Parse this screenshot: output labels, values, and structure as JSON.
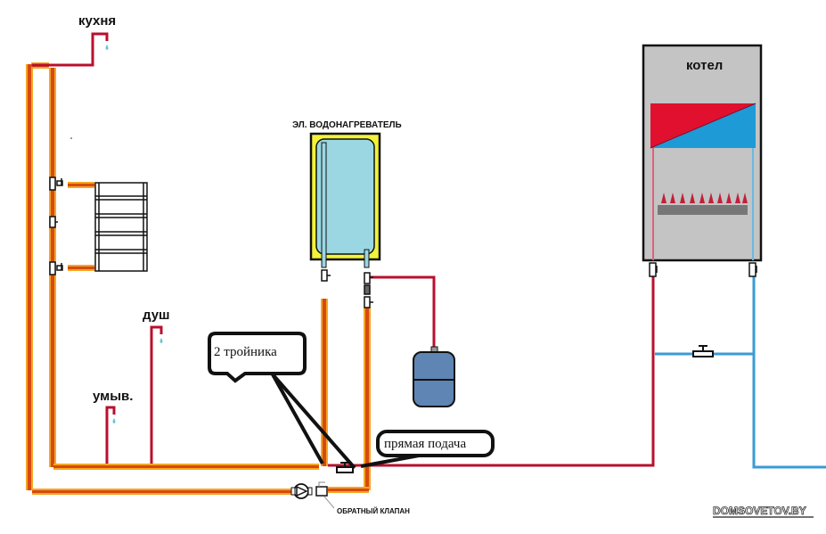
{
  "labels": {
    "kitchen": "кухня",
    "shower": "душ",
    "washbasin": "умыв.",
    "water_heater": "ЭЛ. ВОДОНАГРЕВАТЕЛЬ",
    "boiler": "котел",
    "check_valve": "ОБРАТНЫЙ КЛАПАН"
  },
  "callouts": {
    "tees": "2 тройника",
    "direct_feed": "прямая подача"
  },
  "watermark": "DOMSOVETOV.BY",
  "colors": {
    "hot_pipe": "#b8102e",
    "insulation": "#f5a623",
    "insulation_core": "#d64a10",
    "cold_pipe": "#3a9bd5",
    "heater_body": "#f2f23a",
    "heater_tank": "#9ad7e3",
    "boiler_body": "#c4c4c4",
    "boiler_hot": "#e0102e",
    "boiler_cold": "#1e9ad6",
    "exp_tank": "#5f85b4"
  }
}
